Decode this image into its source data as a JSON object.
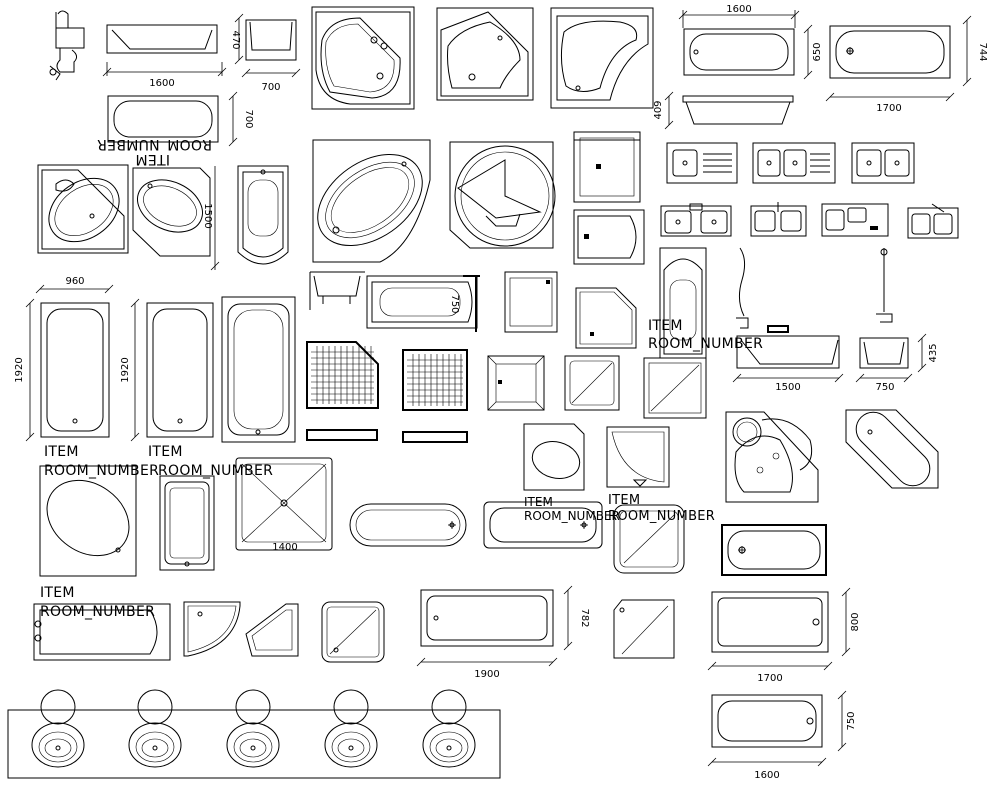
{
  "drawing": {
    "dimensions": {
      "d_1600_a": "1600",
      "d_470": "470",
      "d_700_a": "700",
      "d_700_b": "700",
      "d_1500_a": "1500",
      "d_960": "960",
      "d_1920_a": "1920",
      "d_1920_b": "1920",
      "d_750_a": "750",
      "d_1400": "1400",
      "d_1600_b": "1600",
      "d_650": "650",
      "d_744": "744",
      "d_1700_a": "1700",
      "d_409": "409",
      "d_435": "435",
      "d_1500_b": "1500",
      "d_750_b": "750",
      "d_782": "782",
      "d_1900": "1900",
      "d_800": "800",
      "d_1700_b": "1700",
      "d_750_c": "750",
      "d_1600_c": "1600"
    },
    "labels": {
      "item_mirrored": "ITEM",
      "room_number_mirrored": "ROOM_NUMBER",
      "item_1": "ITEM",
      "room_number_1": "ROOM_NUMBER",
      "item_2": "ITEM",
      "room_number_2": "ROOM_NUMBER",
      "item_3": "ITEM",
      "room_number_3": "ROOM_NUMBER",
      "item_4": "ITEM",
      "room_number_4": "ROOM_NUMBER",
      "item_5": "ITEM",
      "room_number_5": "ROOM_NUMBER",
      "item_6": "ITEM",
      "room_number_6": "ROOM_NUMBER"
    }
  }
}
